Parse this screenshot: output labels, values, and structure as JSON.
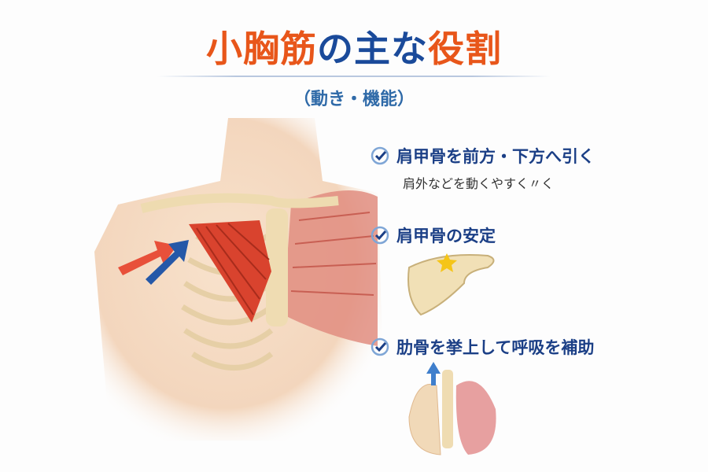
{
  "title": {
    "part1": "小胸筋",
    "part2": "の主な",
    "part3": "役割"
  },
  "subtitle": "（動き・機能）",
  "functions": [
    {
      "label": "肩甲骨を前方・下方へ引く",
      "note": "肩外などを動くやすく〃く",
      "icon": "check-circle-icon"
    },
    {
      "label": "肩甲骨の安定",
      "icon": "check-circle-icon"
    },
    {
      "label": "肋骨を挙上して呼吸を補助",
      "icon": "check-circle-icon"
    }
  ],
  "colors": {
    "orange": "#e8561a",
    "blue": "#1a4a9a",
    "muscle": "#d9432e",
    "skin": "#f6dcc4"
  }
}
